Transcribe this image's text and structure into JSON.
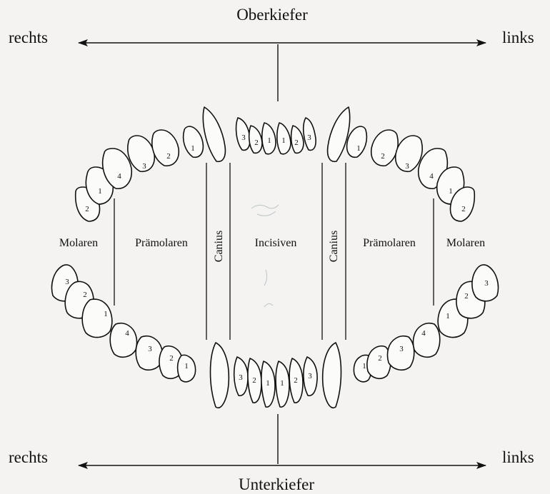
{
  "header": {
    "upper_jaw": "Oberkiefer",
    "right": "rechts",
    "left": "links"
  },
  "footer": {
    "lower_jaw": "Unterkiefer",
    "right": "rechts",
    "left": "links"
  },
  "regions": {
    "molars_left": "Molaren",
    "premolars_left": "Prämolaren",
    "canine_left": "Canius",
    "incisors": "Incisiven",
    "canine_right": "Canius",
    "premolars_right": "Prämolaren",
    "molars_right": "Molaren"
  },
  "upper_teeth": {
    "right_side": [
      "2",
      "1",
      "4",
      "3",
      "2",
      "1"
    ],
    "incisors": [
      "3",
      "2",
      "1",
      "1",
      "2",
      "3"
    ],
    "left_side": [
      "1",
      "2",
      "3",
      "4",
      "1",
      "2"
    ]
  },
  "lower_teeth": {
    "right_side": [
      "3",
      "2",
      "1",
      "4",
      "3",
      "2",
      "1"
    ],
    "incisors": [
      "3",
      "2",
      "1",
      "1",
      "2",
      "3"
    ],
    "left_side": [
      "1",
      "2",
      "3",
      "4",
      "1",
      "2",
      "3"
    ]
  }
}
